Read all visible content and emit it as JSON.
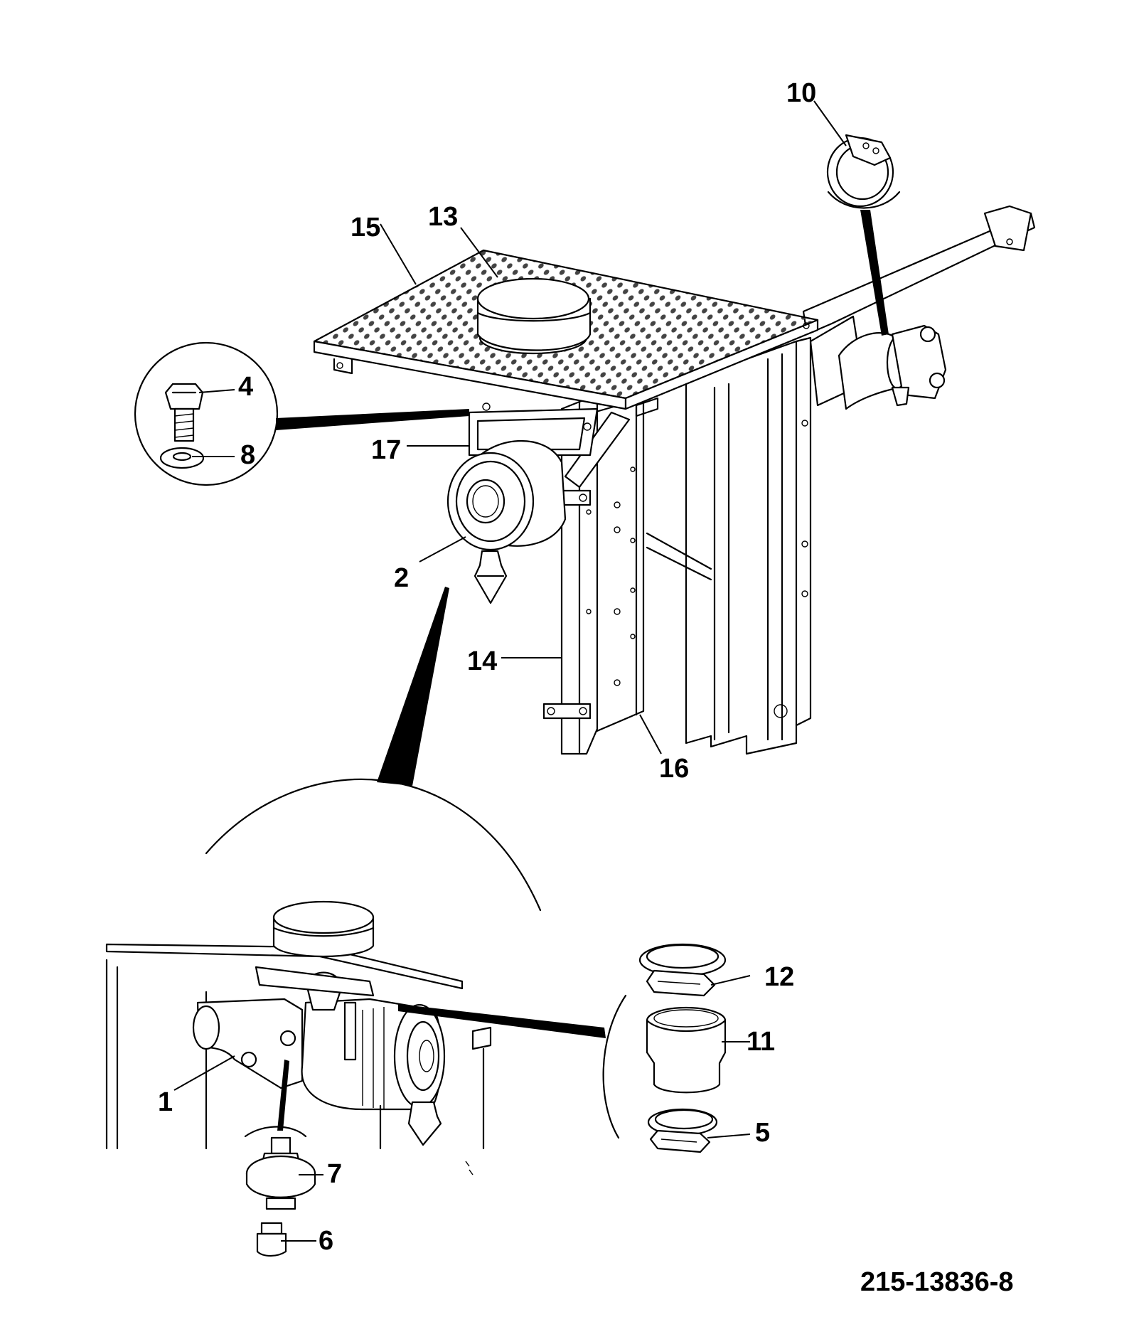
{
  "drawing_number": "215-13836-8",
  "callouts": {
    "c1": "1",
    "c2": "2",
    "c4": "4",
    "c5": "5",
    "c6": "6",
    "c7": "7",
    "c8": "8",
    "c10": "10",
    "c11": "11",
    "c12": "12",
    "c13": "13",
    "c14": "14",
    "c15": "15",
    "c16": "16",
    "c17": "17"
  }
}
